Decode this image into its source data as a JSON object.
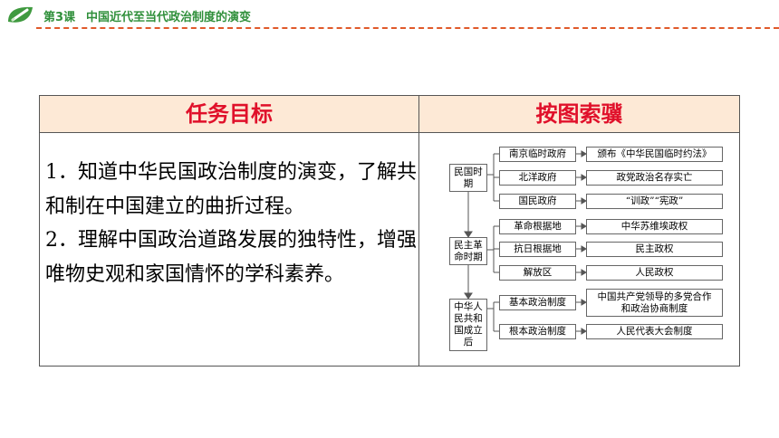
{
  "header": {
    "lesson": "第3课",
    "title": "中国近代至当代政治制度的演变"
  },
  "table": {
    "col1_header": "任务目标",
    "col2_header": "按图索骥",
    "goals": [
      "1．知道中华民国政治制度的演变，了解共和制在中国建立的曲折过程。",
      "2．理解中国政治道路发展的独特性，增强唯物史观和家国情怀的学科素养。"
    ]
  },
  "diagram": {
    "periods": [
      "民国时期",
      "民主革命时期",
      "中华人民共和国成立后"
    ],
    "rows": [
      {
        "left": "南京临时政府",
        "right": "颁布《中华民国临时约法》"
      },
      {
        "left": "北洋政府",
        "right": "政党政治名存实亡"
      },
      {
        "left": "国民政府",
        "right": "“训政”“宪政”"
      },
      {
        "left": "革命根据地",
        "right": "中华苏维埃政权"
      },
      {
        "left": "抗日根据地",
        "right": "民主政权"
      },
      {
        "left": "解放区",
        "right": "人民政权"
      },
      {
        "left": "基本政治制度",
        "right": "中国共产党领导的多党合作和政治协商制度"
      },
      {
        "left": "根本政治制度",
        "right": "人民代表大会制度"
      }
    ]
  }
}
